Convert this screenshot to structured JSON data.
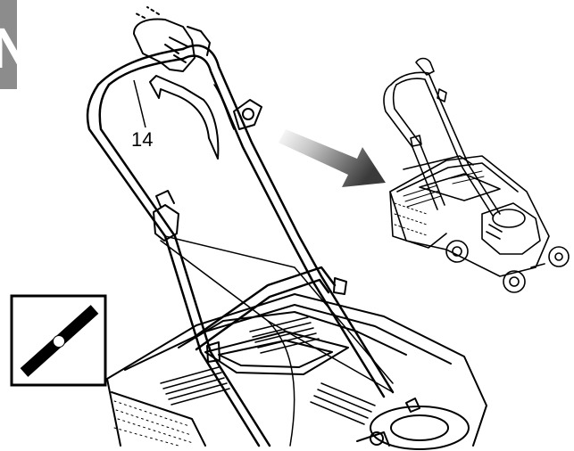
{
  "language_tab": {
    "letter": "N",
    "color": "#8c8c8c"
  },
  "callout": {
    "number": "14"
  },
  "icons": {
    "blade": "blade-icon",
    "direction": "direction-arrow-icon",
    "fold": "fold-arrow-icon"
  },
  "illustrations": [
    "mower-handle-closeup",
    "mower-overview"
  ]
}
